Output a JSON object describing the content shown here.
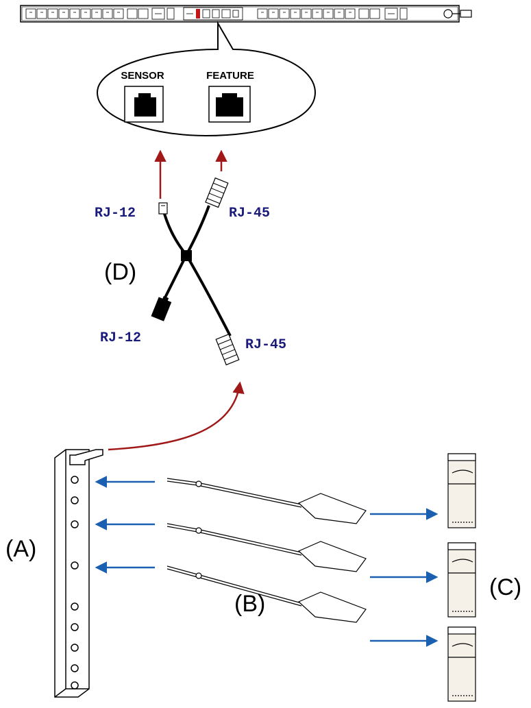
{
  "ports": {
    "sensor_label": "SENSOR",
    "feature_label": "FEATURE"
  },
  "connectors": {
    "top_left": "RJ-12",
    "top_right": "RJ-45",
    "bottom_left": "RJ-12",
    "bottom_right": "RJ-45"
  },
  "labels": {
    "a": "(A)",
    "b": "(B)",
    "c": "(C)",
    "d": "(D)"
  },
  "colors": {
    "red_arrow": "#a01818",
    "blue_arrow": "#1b5fb0",
    "rj_text": "#1a1a7a"
  }
}
